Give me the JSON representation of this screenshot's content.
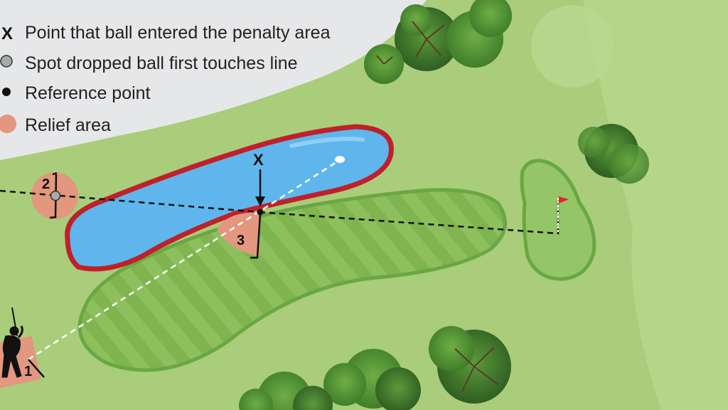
{
  "legend": {
    "items": [
      {
        "symbol": "x-mark",
        "label": "Point that ball entered the penalty area"
      },
      {
        "symbol": "gray-circle",
        "label": "Spot dropped ball first touches line"
      },
      {
        "symbol": "black-dot",
        "label": "Reference point"
      },
      {
        "symbol": "salmon-circle",
        "label": "Relief area"
      }
    ]
  },
  "markers": {
    "entry_mark": "X",
    "relief_1": "1",
    "relief_2": "2",
    "relief_3": "3"
  },
  "colors": {
    "rough": "#a9cd7a",
    "light_rough": "#bad98e",
    "fairway": "#8dc05c",
    "fairway_stripe": "#7fb44f",
    "fairway_edge": "#6aa744",
    "water": "#5eb6ec",
    "water_edge": "#c0202a",
    "relief": "#e2977e",
    "legend_bg": "#e6e7e8",
    "flag": "#e0262c"
  },
  "icons": [
    "golfer-icon",
    "flag-icon",
    "tree-icon"
  ]
}
